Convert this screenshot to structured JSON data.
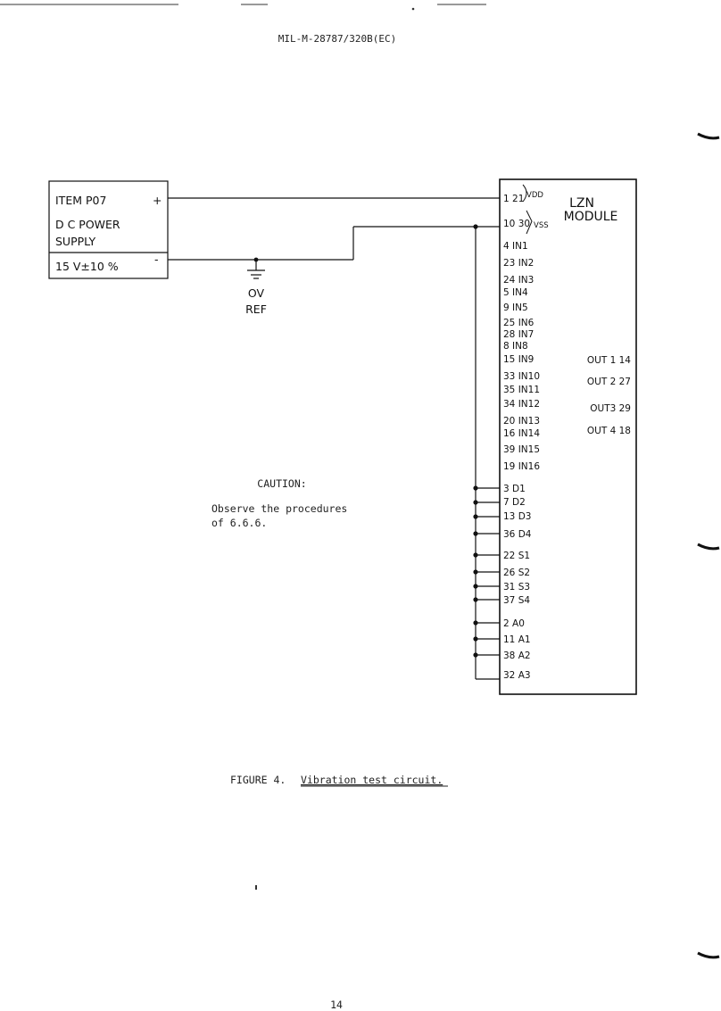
{
  "header": {
    "doc_id": "MIL-M-28787/320B(EC)"
  },
  "power_supply": {
    "lines": [
      "ITEM P07",
      "D C POWER",
      "SUPPLY",
      "15 V±10 %"
    ],
    "plus": "+",
    "minus": "-"
  },
  "ground": {
    "label1": "OV",
    "label2": "REF"
  },
  "module": {
    "title1": "LZN",
    "title2": "MODULE",
    "vdd_pins": "1 21",
    "vdd_label": "VDD",
    "vss_pins": "10 30",
    "vss_label": "VSS",
    "inputs": [
      "4 IN1",
      "23 IN2",
      "24 IN3",
      "5 IN4",
      "9 IN5",
      "25 IN6",
      "28 IN7",
      "8 IN8",
      "15 IN9",
      "33 IN10",
      "35 IN11",
      "34 IN12",
      "20 IN13",
      "16 IN14",
      "39 IN15",
      "19 IN16"
    ],
    "control_pins": [
      "3 D1",
      "7 D2",
      "13 D3",
      "36 D4",
      "22 S1",
      "26 S2",
      "31 S3",
      "37 S4",
      "2 A0",
      "11 A1",
      "38 A2",
      "32 A3"
    ],
    "outputs": [
      "OUT 1 14",
      "OUT 2 27",
      "OUT3 29",
      "OUT 4 18"
    ]
  },
  "caution": {
    "title": "CAUTION:",
    "line1": "Observe the procedures",
    "line2": "of 6.6.6."
  },
  "figure": {
    "number": "FIGURE 4.",
    "title": "Vibration test circuit."
  },
  "page_number": "14"
}
